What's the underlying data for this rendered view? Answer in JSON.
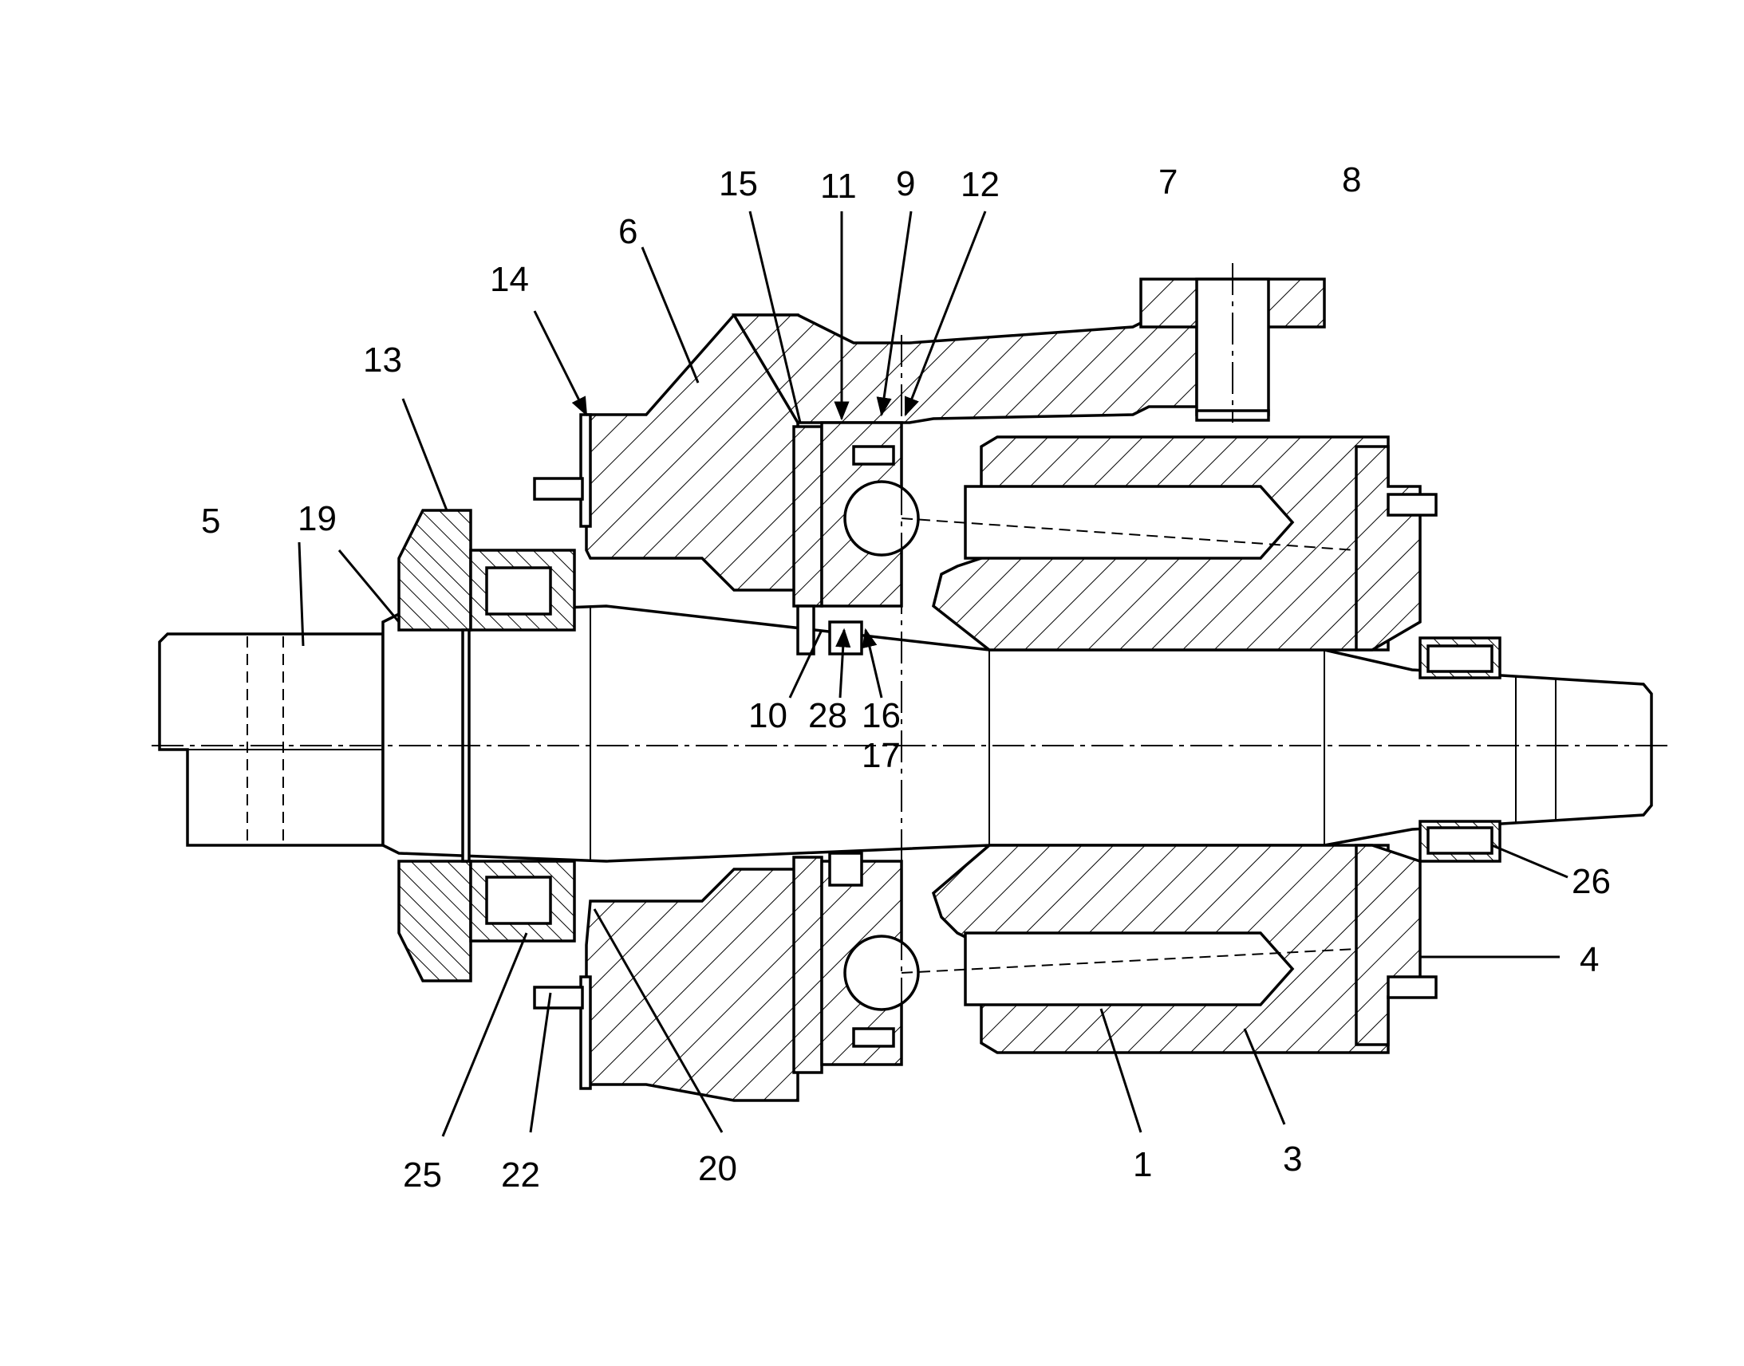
{
  "callouts": [
    {
      "id": "c1",
      "text": "1"
    },
    {
      "id": "c3",
      "text": "3"
    },
    {
      "id": "c4",
      "text": "4"
    },
    {
      "id": "c5",
      "text": "5"
    },
    {
      "id": "c6",
      "text": "6"
    },
    {
      "id": "c7",
      "text": "7"
    },
    {
      "id": "c8",
      "text": "8"
    },
    {
      "id": "c9",
      "text": "9"
    },
    {
      "id": "c10",
      "text": "10"
    },
    {
      "id": "c11",
      "text": "11"
    },
    {
      "id": "c12",
      "text": "12"
    },
    {
      "id": "c13",
      "text": "13"
    },
    {
      "id": "c14",
      "text": "14"
    },
    {
      "id": "c15",
      "text": "15"
    },
    {
      "id": "c16",
      "text": "16"
    },
    {
      "id": "c17",
      "text": "17"
    },
    {
      "id": "c19",
      "text": "19"
    },
    {
      "id": "c20",
      "text": "20"
    },
    {
      "id": "c22",
      "text": "22"
    },
    {
      "id": "c25",
      "text": "25"
    },
    {
      "id": "c26",
      "text": "26"
    },
    {
      "id": "c28",
      "text": "28"
    }
  ]
}
